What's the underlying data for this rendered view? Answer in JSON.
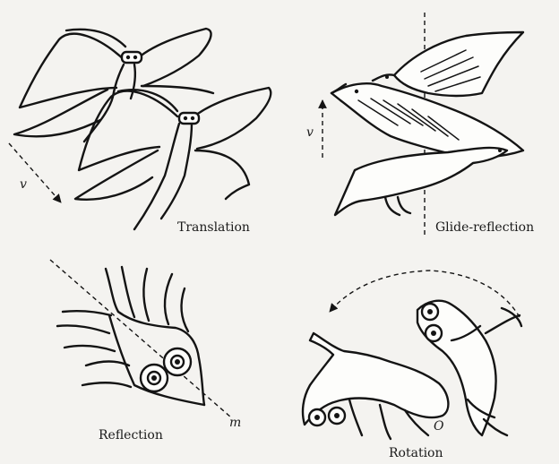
{
  "labels": {
    "translation": "Translation",
    "glide_reflection": "Glide-reflection",
    "reflection": "Reflection",
    "rotation": "Rotation"
  },
  "symbols": {
    "translation_vector": "v",
    "glide_vector": "v",
    "mirror_line": "m",
    "rotation_center": "O"
  }
}
